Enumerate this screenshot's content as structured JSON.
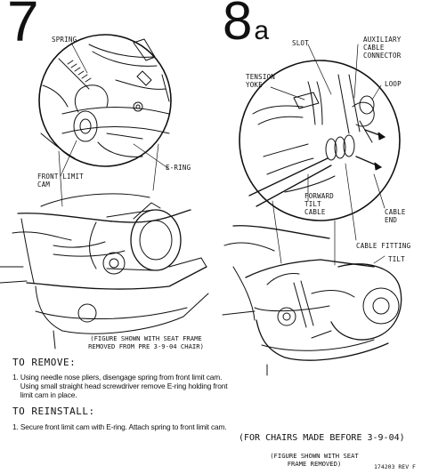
{
  "step7": {
    "number": "7",
    "callouts": {
      "spring": "SPRING",
      "e_ring": "E-RING",
      "front_limit_cam": "FRONT LIMIT\nCAM"
    },
    "caption": "(FIGURE SHOWN WITH SEAT FRAME\nREMOVED FROM PRE 3-9-04 CHAIR)",
    "remove": {
      "heading": "TO REMOVE:",
      "text": "1. Using needle nose pliers, disengage spring from front limit cam.\n    Using small straight head screwdriver remove E-ring holding front\n    limit cam in place."
    },
    "reinstall": {
      "heading": "TO REINSTALL:",
      "text": "1. Secure front limit cam with E-ring. Attach spring to front limit cam."
    }
  },
  "step8": {
    "number": "8",
    "suffix": "a",
    "callouts": {
      "slot": "SLOT",
      "aux_connector": "AUXILIARY\nCABLE\nCONNECTOR",
      "tension_yoke": "TENSION\nYOKE",
      "loop": "LOOP",
      "forward_tilt_cable": "FORWARD\nTILT\nCABLE",
      "cable_end": "CABLE\nEND",
      "cable_fitting": "CABLE FITTING",
      "tilt": "TILT"
    },
    "note": "(FOR CHAIRS MADE BEFORE 3-9-04)",
    "caption": "(FIGURE SHOWN WITH SEAT\nFRAME REMOVED)",
    "doc_number": "174203 REV  F"
  },
  "colors": {
    "ink": "#111111",
    "paper": "#ffffff"
  }
}
